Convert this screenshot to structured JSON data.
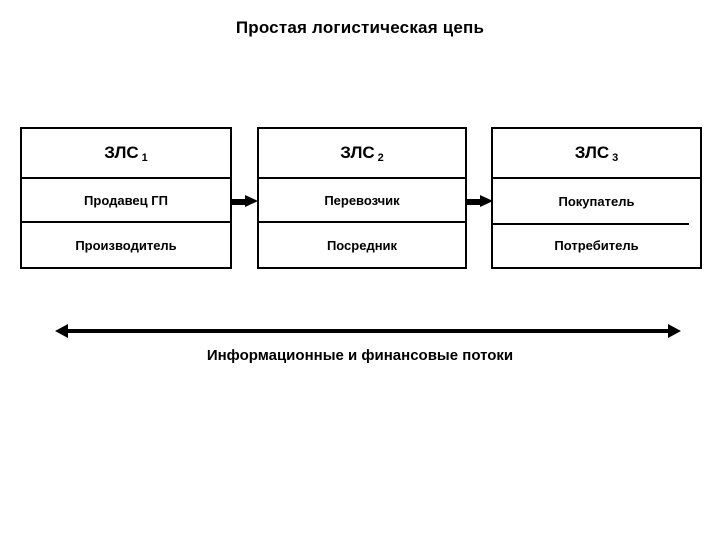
{
  "slide": {
    "title": "Простая логистическая цепь",
    "background_color": "#ffffff",
    "line_color": "#000000",
    "text_color": "#000000"
  },
  "diagram": {
    "type": "flow-chain",
    "nodes": [
      {
        "header": "ЗЛС",
        "header_subscript": "1",
        "role": "Продавец ГП",
        "actor": "Производитель"
      },
      {
        "header": "ЗЛС",
        "header_subscript": "2",
        "role": "Перевозчик",
        "actor": "Посредник"
      },
      {
        "header": "ЗЛС",
        "header_subscript": "3",
        "role": "Покупатель",
        "actor": "Потребитель"
      }
    ],
    "connectors": [
      {
        "from": 1,
        "to": 2,
        "direction": "right",
        "style": "solid-block-arrow"
      },
      {
        "from": 2,
        "to": 3,
        "direction": "right",
        "style": "solid-block-arrow"
      }
    ],
    "bottom_flow": {
      "label": "Информационные и финансовые потоки",
      "direction": "bidirectional",
      "style": "double-headed-arrow"
    }
  }
}
